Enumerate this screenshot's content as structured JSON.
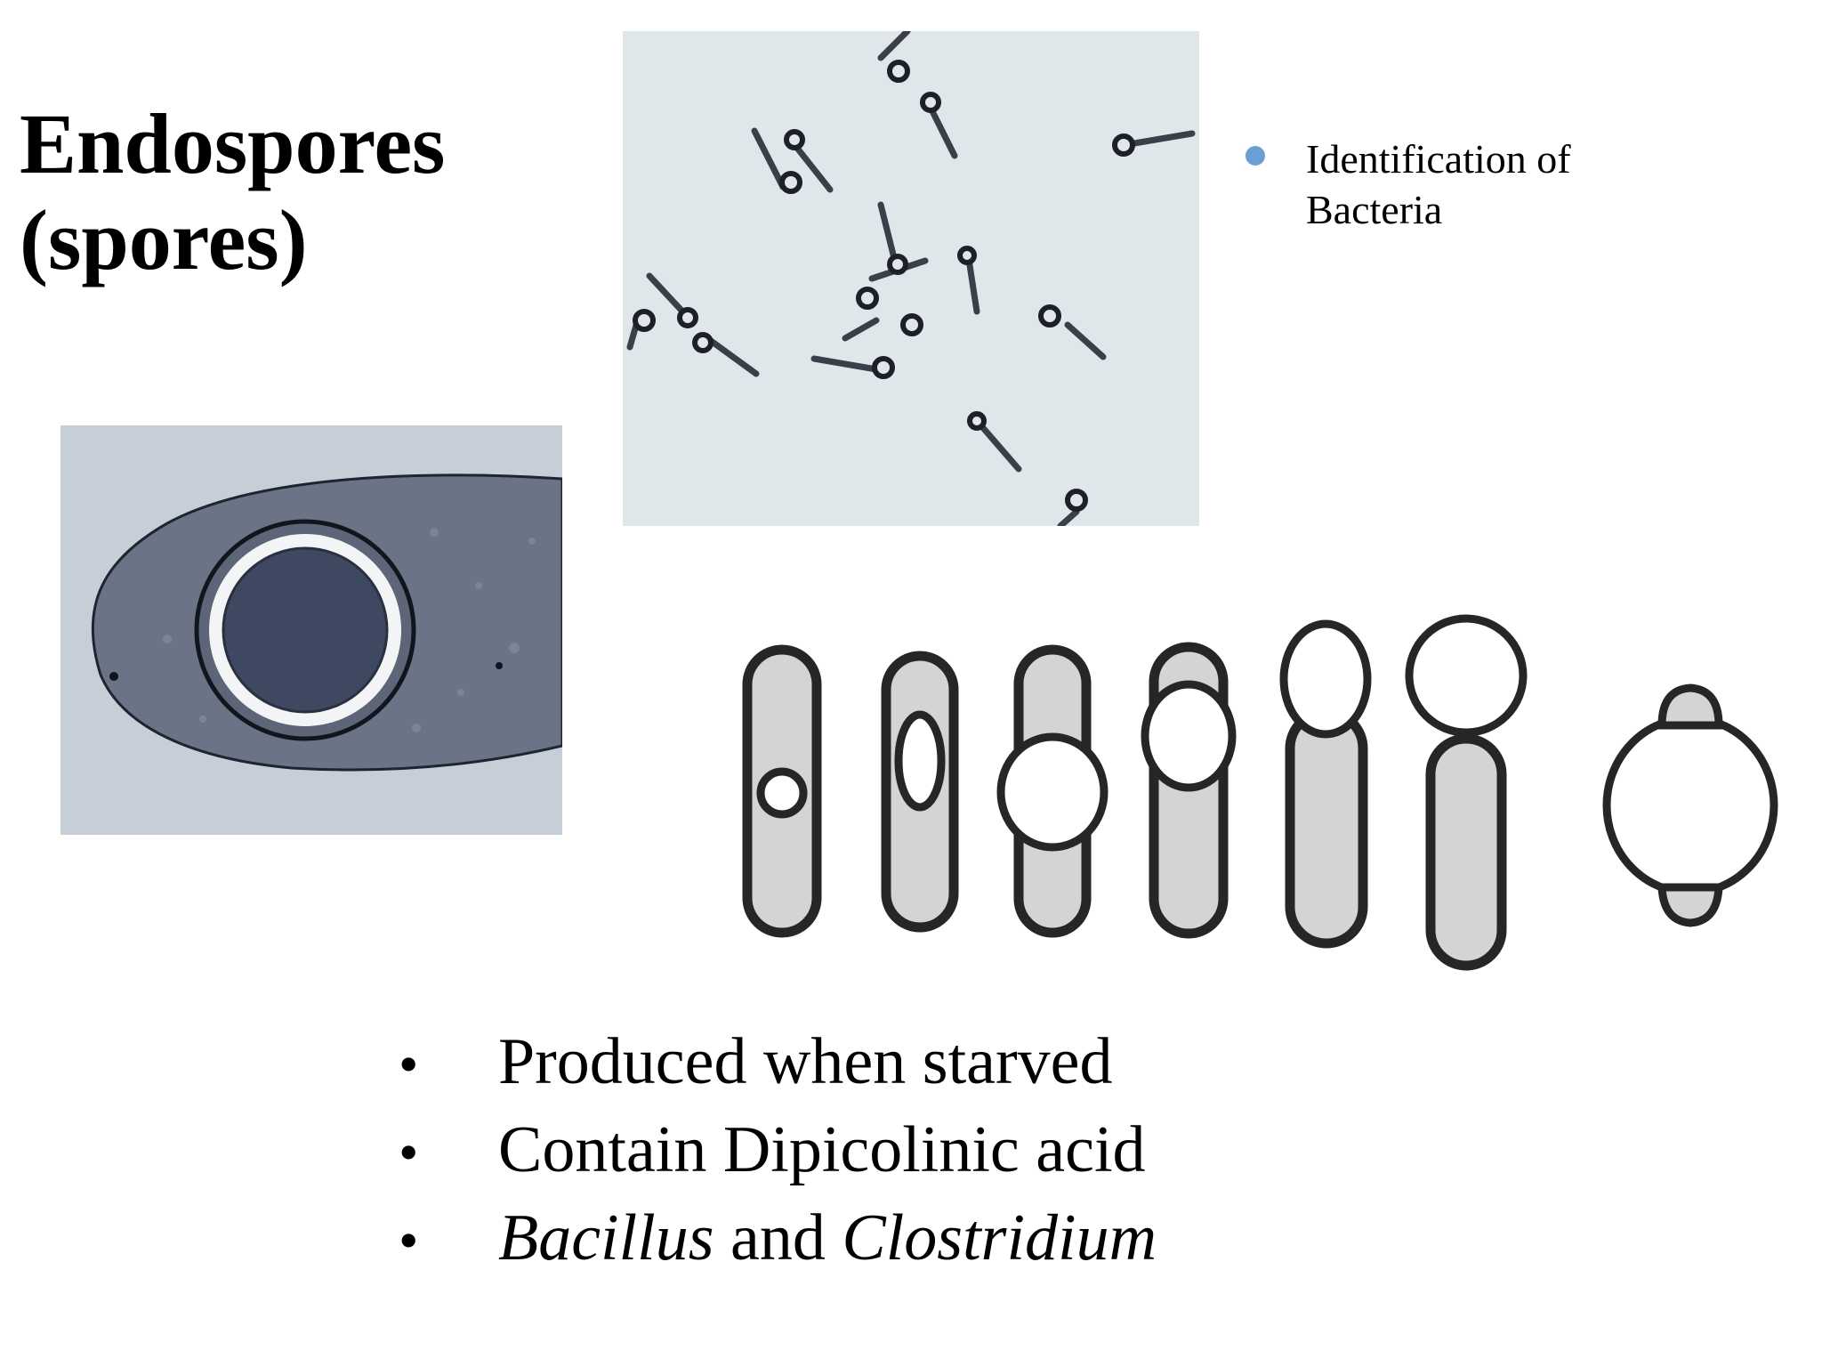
{
  "slide": {
    "title_line1": "Endospores",
    "title_line2": "(spores)"
  },
  "side_note": {
    "bullet_color": "#6a9fd6",
    "line1": "Identification of",
    "line2": "Bacteria"
  },
  "bullets": {
    "marker": "•",
    "item1": "Produced when starved",
    "item2": "Contain Dipicolinic acid",
    "item3_part1": "Bacillus",
    "item3_part2": " and ",
    "item3_part3": "Clostridium"
  },
  "images": {
    "micrograph_top": "light-micrograph-stained-rods-with-terminal-spores",
    "micrograph_left": "electron-micrograph-endospore-in-cell",
    "diagram": "spore-position-diagram-seven-cells"
  }
}
